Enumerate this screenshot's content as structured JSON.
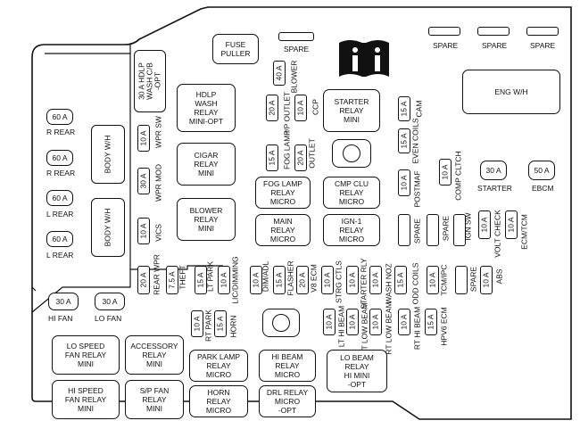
{
  "fuse_puller": "FUSE\nPULLER",
  "spare": "SPARE",
  "eng_wh": "ENG W/H",
  "fuse_30a": "30 A",
  "fuse_60a": "60 A",
  "fuse_50a": "50 A",
  "fuse_40a": "40 A",
  "fuse_20a": "20 A",
  "fuse_15a": "15 A",
  "fuse_10a": "10 A",
  "fuse_7_5a": "7.5 A",
  "r_rear": "R REAR",
  "l_rear": "L REAR",
  "body_wh": "BODY W/H",
  "hi_fan": "HI FAN",
  "lo_fan": "LO FAN",
  "hdlp_wash_cb": "30 A HDLP\nWASH C/B\n-OPT",
  "wpr_sw": "WPR SW",
  "wpr_mod": "WPR MOD",
  "vics": "VICS",
  "blower": "BLOWER",
  "ip_outlet": "I/P OUTLET",
  "ccp": "CCP",
  "fog_lamp": "FOG LAMP",
  "outlet": "OUTLET",
  "starter_relay": "STARTER\nRELAY\nMINI",
  "even_coils": "EVEN COILS",
  "cam": "CAM",
  "hdlp_wash_relay": "HDLP\nWASH\nRELAY\nMINI-OPT",
  "cigar_relay": "CIGAR\nRELAY\nMINI",
  "blower_relay": "BLOWER\nRELAY\nMINI",
  "fog_lamp_relay": "FOG LAMP\nRELAY\nMICRO",
  "cmp_clu_relay": "CMP CLU\nRELAY\nMICRO",
  "main_relay": "MAIN\nRELAY\nMICRO",
  "ign1_relay": "IGN-1\nRELAY\nMICRO",
  "postmaf": "POSTMAF",
  "comp_clutch": "COMP CLTCH",
  "starter": "STARTER",
  "ebcm": "EBCM",
  "ign_sw": "IGN SW",
  "volt_check": "VOLT CHECK",
  "ecm_tcm": "ECM/TCM",
  "rear_wpr": "REAR WPR",
  "theft": "THEFT",
  "lt_park": "LT PARK",
  "lic_dimming": "LIC/DIMMING",
  "dim_adl": "DIM/ADL",
  "flasher": "FLASHER",
  "v8_ecm": "V8 ECM",
  "strg_ctls": "STRG CTLS",
  "starter_rly": "STARTER RLY",
  "wash_noz": "WASH NOZ",
  "odd_coils": "ODD COILS",
  "tcm_ipc": "TCM/IPC",
  "abs": "ABS",
  "rt_park": "RT PARK",
  "horn": "HORN",
  "lt_hi_beam": "LT HI BEAM",
  "lt_low_beam": "LT LOW BEAM",
  "rt_low_beam": "RT LOW BEAM",
  "rt_hi_beam": "RT HI BEAM",
  "hpv6_ecm": "HPV6 ECM",
  "lo_speed_fan_relay": "LO SPEED\nFAN RELAY\nMINI",
  "accessory_relay": "ACCESSORY\nRELAY\nMINI",
  "park_lamp_relay": "PARK LAMP\nRELAY\nMICRO",
  "hi_beam_relay": "HI BEAM\nRELAY\nMICRO",
  "lo_beam_relay": "LO BEAM\nRELAY\nHI MINI\n-OPT",
  "hi_speed_fan_relay": "HI SPEED\nFAN RELAY\nMINI",
  "sp_fan_relay": "S/P FAN\nRELAY\nMINI",
  "horn_relay": "HORN\nRELAY\nMICRO",
  "drl_relay": "DRL RELAY\nMICRO\n-OPT",
  "icons": {
    "info": "book-info-icon"
  }
}
